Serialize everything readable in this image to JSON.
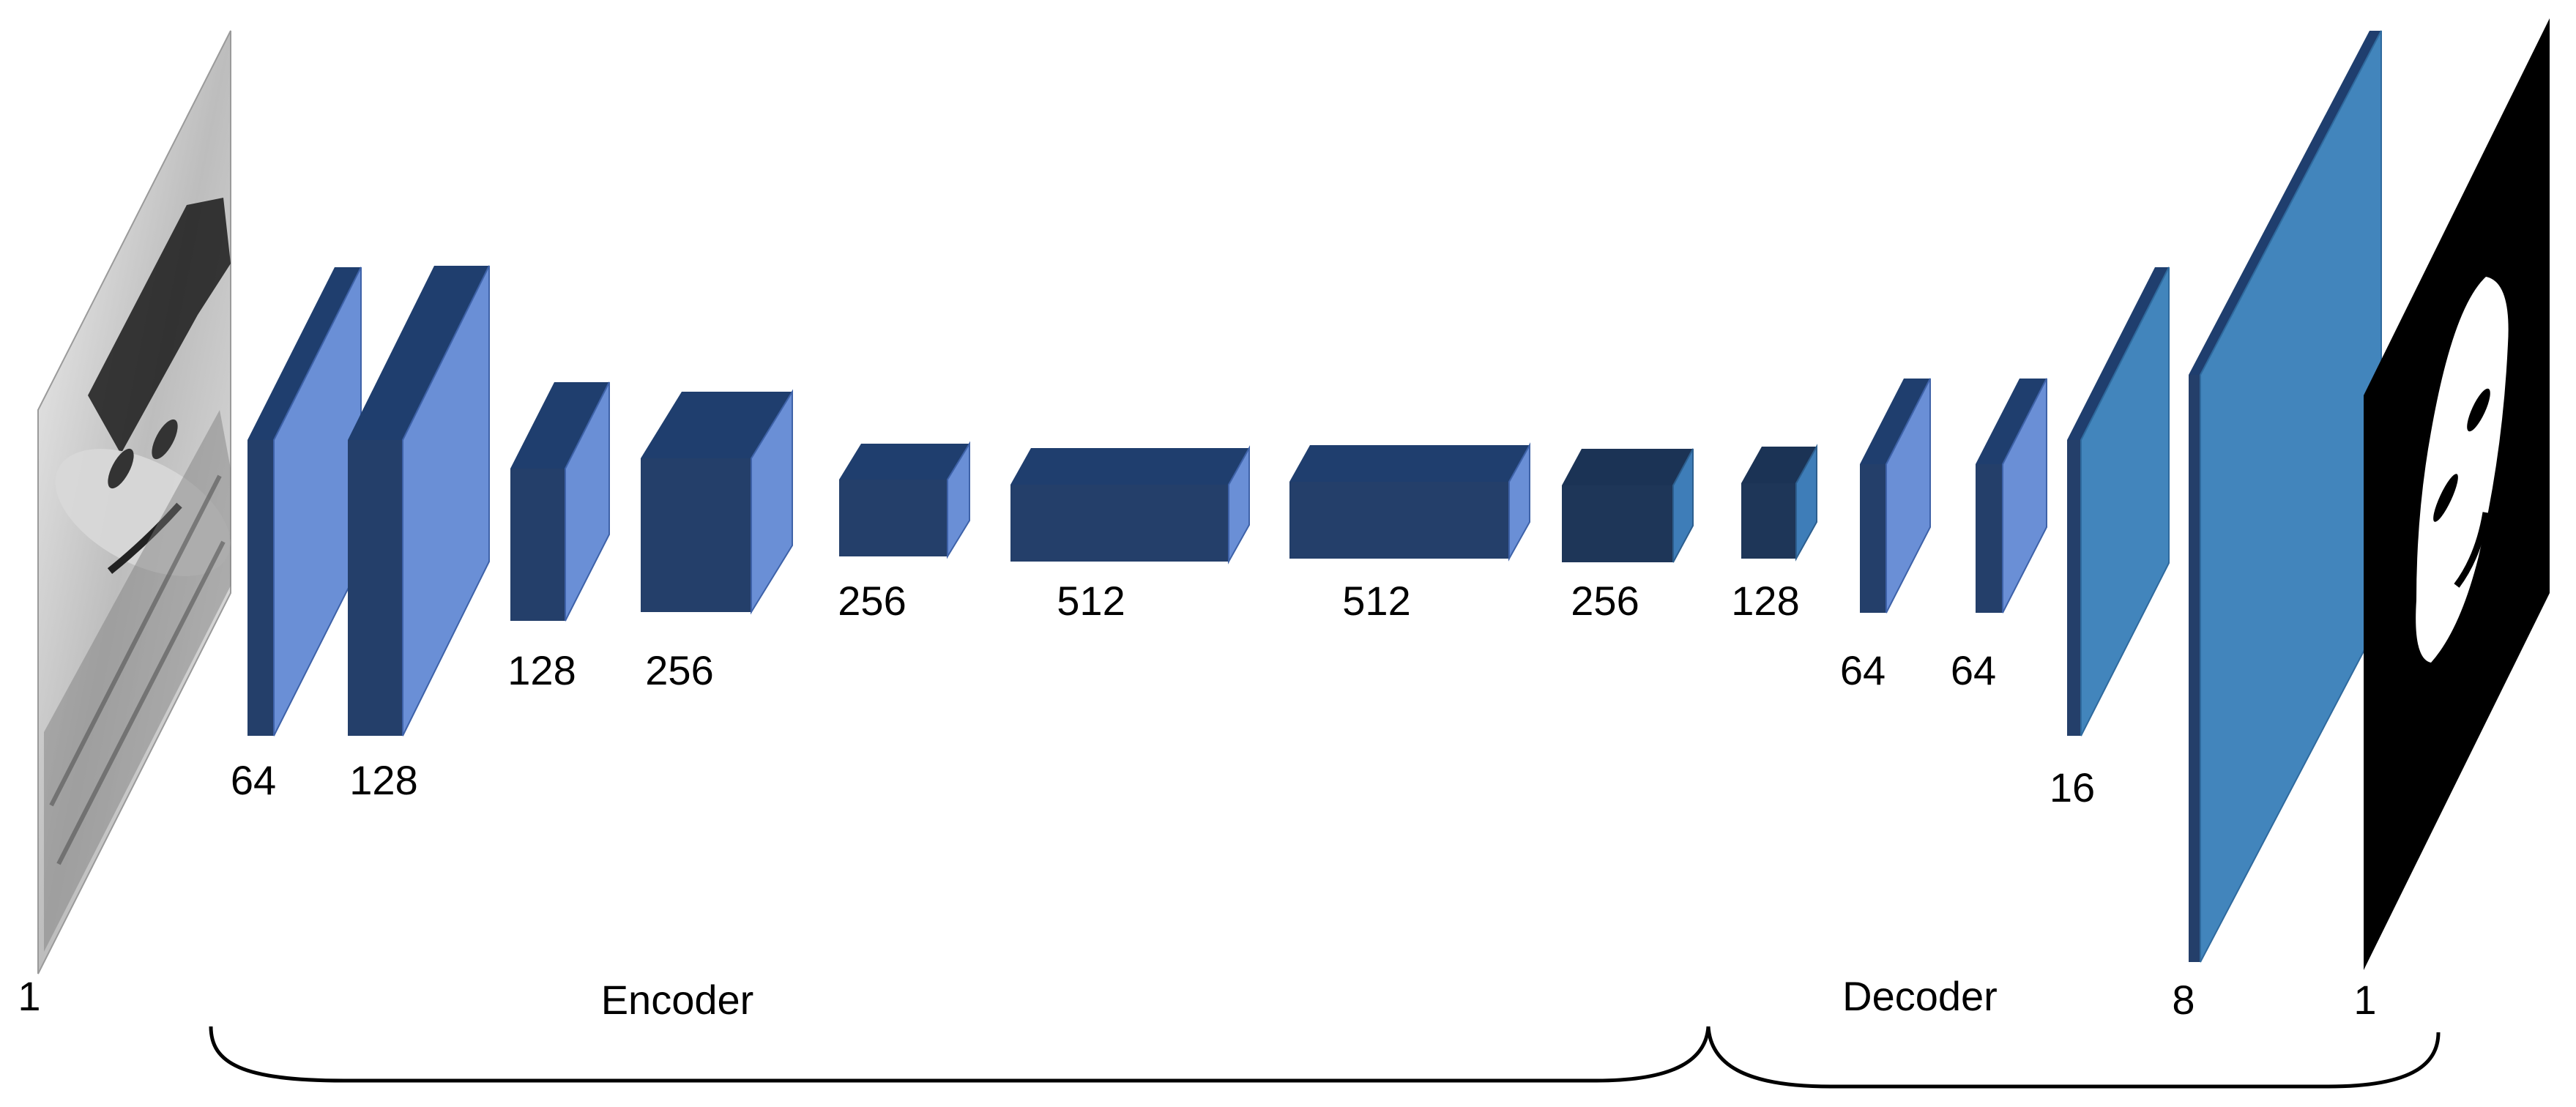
{
  "colors": {
    "dark_face": "#243F6A",
    "dark_top": "#1F3E6E",
    "light_side": "#6A8FD6",
    "decoder_side": "#4285BC",
    "bottleneck_face": "#1E3658",
    "bottleneck_side": "#3E7DB8",
    "mask_bg": "#000000",
    "mask_fg": "#FFFFFF"
  },
  "icons": {
    "input_image": "grayscale-face-photo",
    "output_image": "binary-face-mask"
  },
  "layers": {
    "input": "1",
    "e1": "64",
    "e2": "128",
    "e3": "128",
    "e4": "256",
    "e5": "256",
    "e6": "512",
    "e7": "512",
    "e8": "256",
    "e9": "128",
    "d1": "64",
    "d2": "64",
    "d3": "16",
    "d4": "8",
    "output": "1"
  },
  "sections": {
    "encoder": "Encoder",
    "decoder": "Decoder"
  }
}
